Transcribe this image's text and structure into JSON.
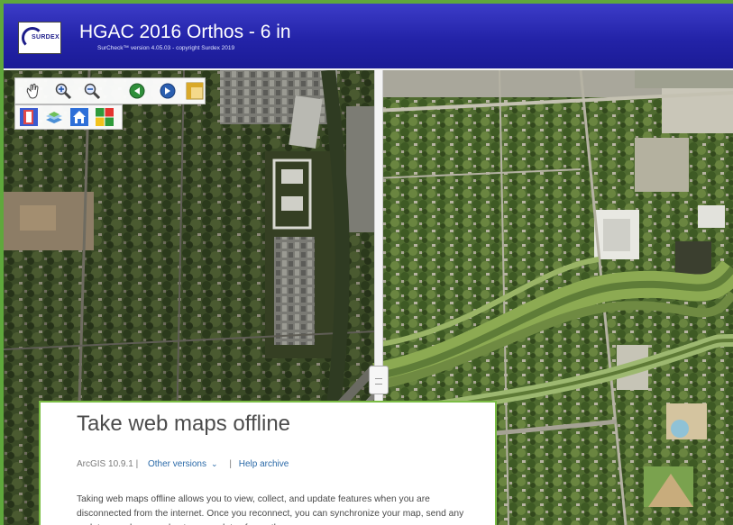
{
  "banner": {
    "logo_text": "SURDEX",
    "title": "HGAC 2016 Orthos - 6 in",
    "subtitle": "SurCheck™ version 4.05.03 - copyright Surdex 2019"
  },
  "toolbar": {
    "tools": [
      {
        "name": "pan-hand-icon"
      },
      {
        "name": "zoom-in-icon"
      },
      {
        "name": "zoom-out-icon"
      },
      {
        "name": "back-arrow-icon"
      },
      {
        "name": "forward-arrow-icon"
      },
      {
        "name": "swipe-tool-icon"
      }
    ],
    "row2": [
      {
        "name": "layers-icon"
      },
      {
        "name": "basemap-icon"
      },
      {
        "name": "home-icon"
      },
      {
        "name": "grid-icon"
      }
    ]
  },
  "doc": {
    "title": "Take web maps offline",
    "version_prefix": "ArcGIS 10.9.1 |",
    "other_versions": "Other versions",
    "separator": "|",
    "help_archive": "Help archive",
    "body": "Taking web maps offline allows you to view, collect, and update features when you are disconnected from the internet. Once you reconnect, you can synchronize your map, send any updates you have, and get map updates from other users."
  },
  "colors": {
    "banner": "#2323a8",
    "frame": "#5fa73c",
    "link": "#2b6aa8",
    "doc_border": "#7bbd45"
  }
}
